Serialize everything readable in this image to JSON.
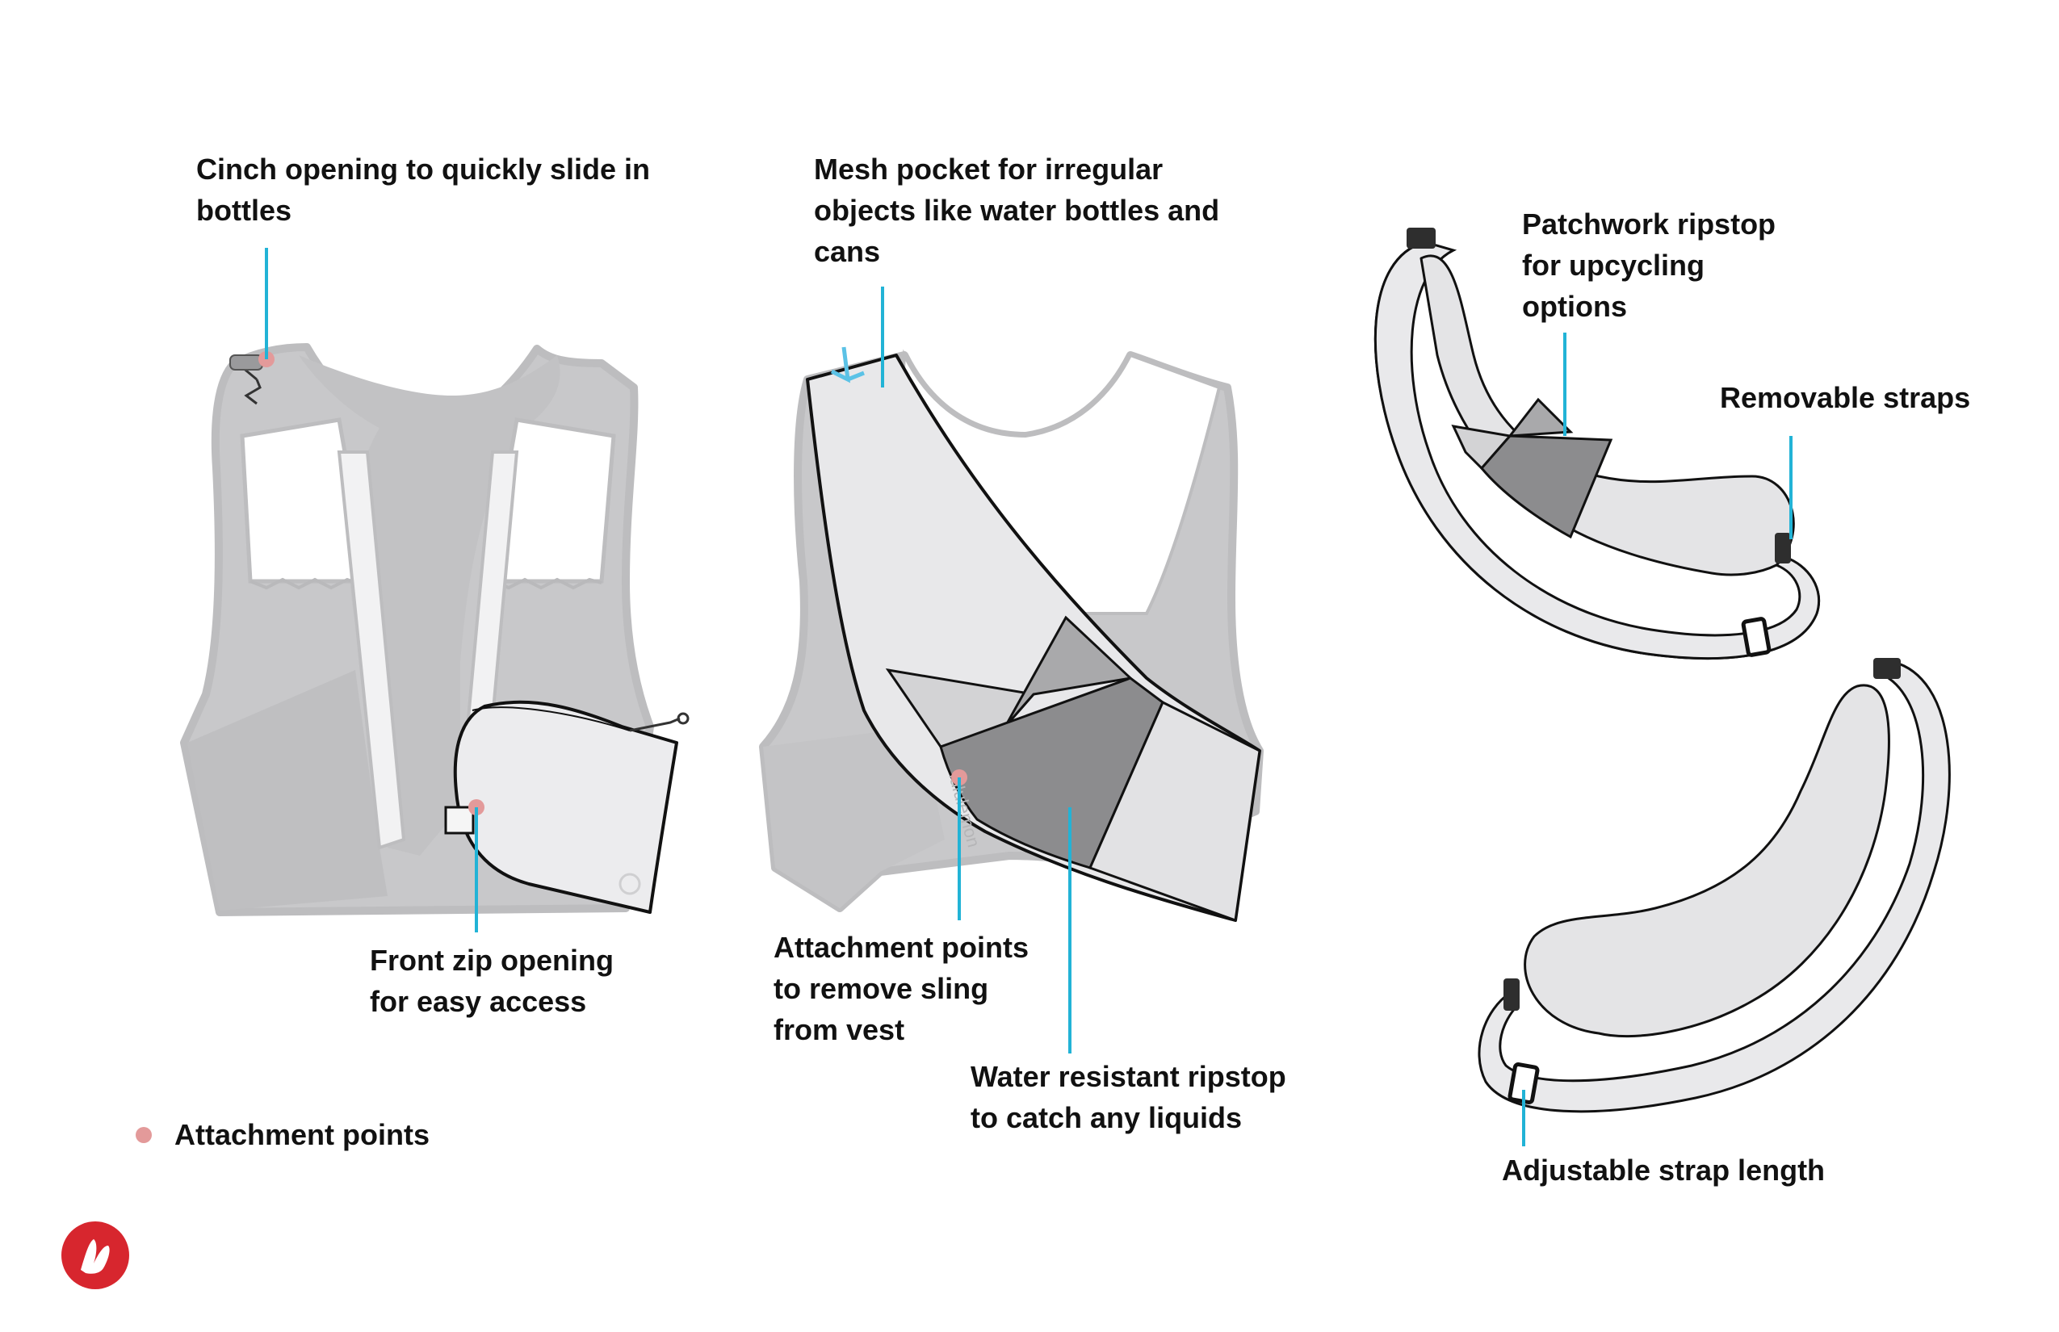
{
  "colors": {
    "callout_line": "#22b3d6",
    "attachment_point": "#e39a9a",
    "brand_red": "#d7262e",
    "garment_gray": "#c7c7c9",
    "fabric_light": "#e6e6e8",
    "patch_mid": "#a9a9ab",
    "patch_dark": "#8c8c8e",
    "outline": "#111111",
    "label_text": "#111111"
  },
  "callouts": {
    "cinch": "Cinch opening to quickly slide in\nbottles",
    "front_zip": "Front zip opening\nfor easy access",
    "mesh_pocket": "Mesh pocket for irregular\nobjects like water bottles and\ncans",
    "attachment_points": "Attachment points\nto remove sling\nfrom vest",
    "water_resistant": "Water resistant ripstop\nto catch any liquids",
    "patchwork": "Patchwork ripstop\nfor upcycling\noptions",
    "removable_straps": "Removable straps",
    "adjustable_strap": "Adjustable strap length"
  },
  "legend": {
    "label": "Attachment points",
    "marker_color": "#e39a9a"
  },
  "garment_print": "lululemon",
  "logo": {
    "icon": "lululemon-logo-icon",
    "color": "#d7262e"
  }
}
